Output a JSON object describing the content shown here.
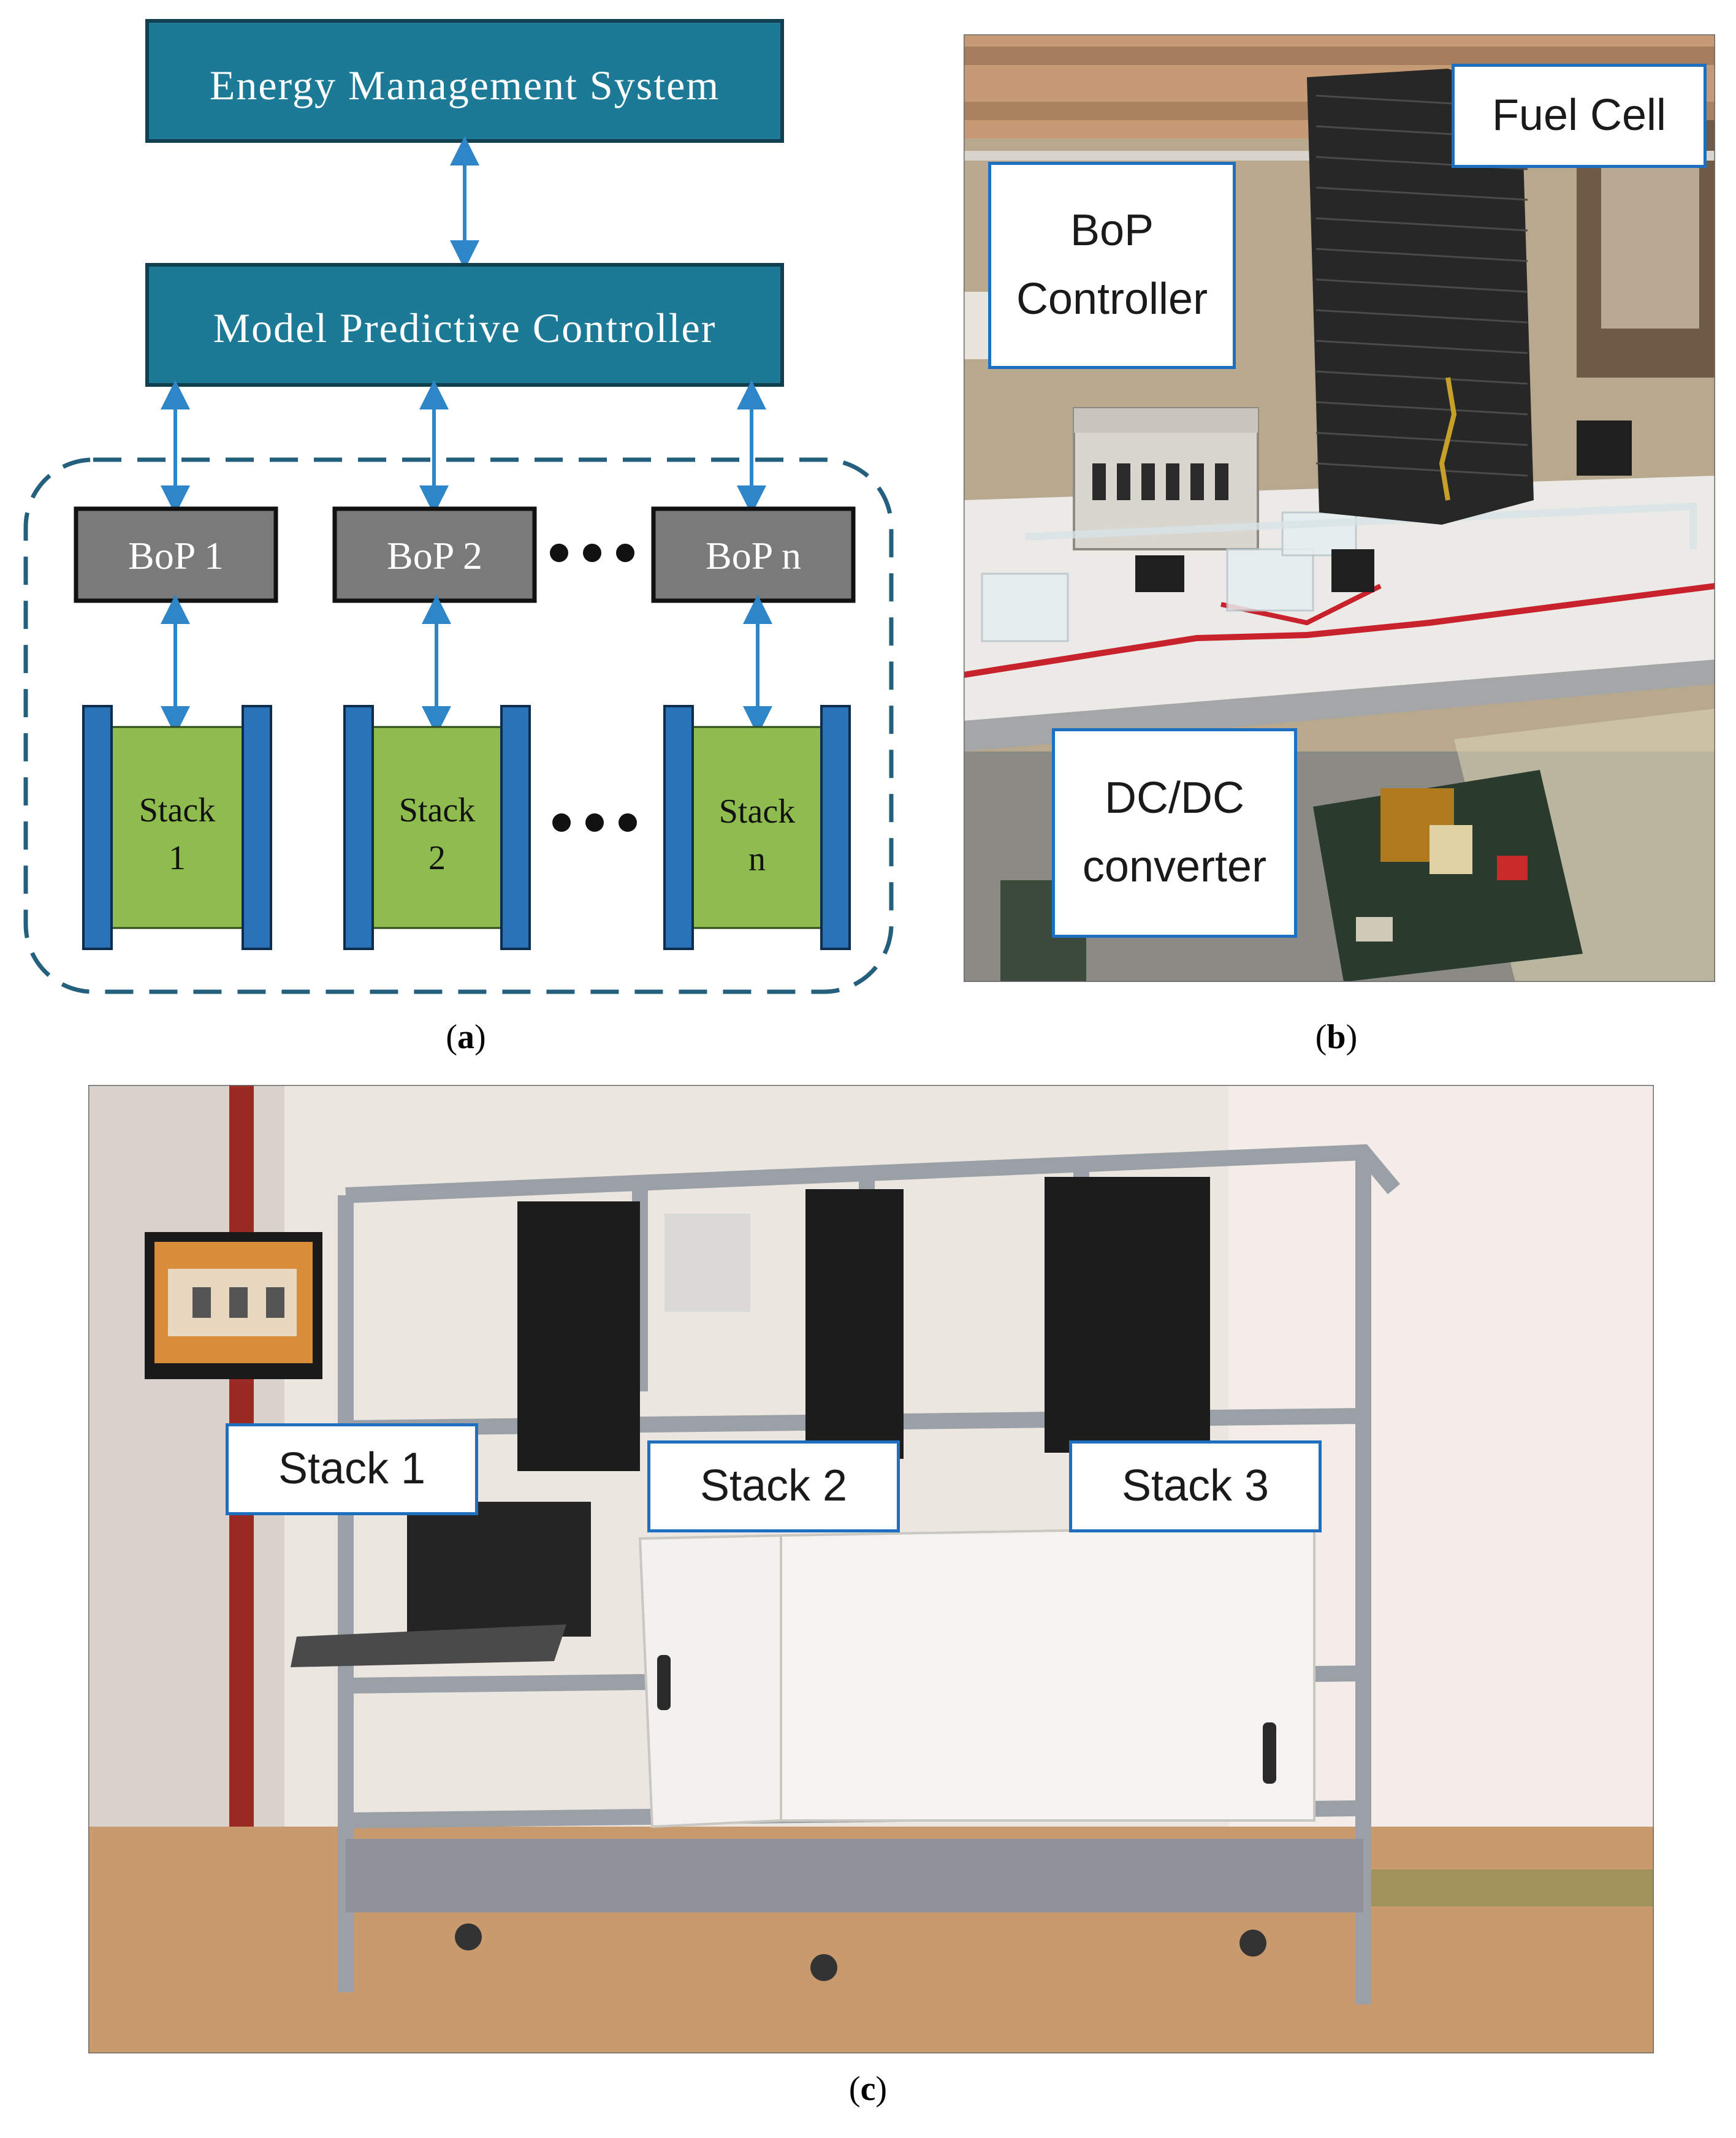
{
  "panel_a": {
    "ems_label": "Energy Management System",
    "mpc_label": "Model Predictive Controller",
    "bop": [
      "BoP 1",
      "BoP 2",
      "BoP n"
    ],
    "stacks": [
      {
        "line1": "Stack",
        "line2": "1"
      },
      {
        "line1": "Stack",
        "line2": "2"
      },
      {
        "line1": "Stack",
        "line2": "n"
      }
    ],
    "colors": {
      "teal_box": "#1c7a96",
      "arrow_blue": "#2e86c8",
      "bop_gray": "#7a7a7a",
      "stack_green": "#8fbc4e",
      "end_plate_blue": "#2a72b8",
      "dash_border": "#24607e"
    }
  },
  "panel_b": {
    "callouts": {
      "fuel_cell": "Fuel Cell",
      "bop_controller_line1": "BoP",
      "bop_controller_line2": "Controller",
      "dcdc_line1": "DC/DC",
      "dcdc_line2": "converter"
    }
  },
  "panel_c": {
    "callouts": [
      "Stack 1",
      "Stack 2",
      "Stack 3"
    ]
  },
  "captions": {
    "a": "a",
    "b": "b",
    "c": "c"
  }
}
